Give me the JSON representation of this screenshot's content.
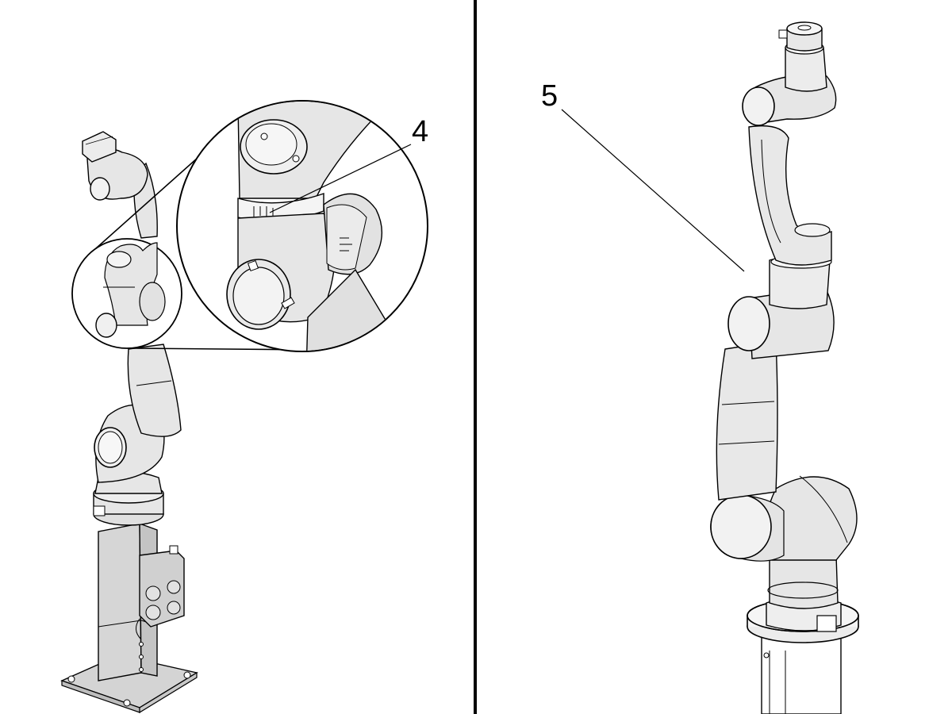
{
  "callouts": [
    {
      "id": "callout-4",
      "label": "4"
    },
    {
      "id": "callout-5",
      "label": "5"
    }
  ],
  "colors": {
    "line": "#000000",
    "robot_fill": "#e6e6e6",
    "robot_light": "#f2f2f2",
    "pedestal_fill": "#d4d4d4",
    "background": "#ffffff"
  }
}
